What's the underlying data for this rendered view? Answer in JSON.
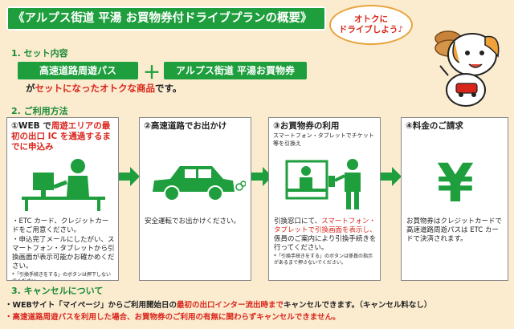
{
  "title": "《アルプス街道 平湯 お買物券付ドライブプランの概要》",
  "bubble": {
    "line1": "オトクに",
    "line2": "ドライブしよう♪"
  },
  "section1": {
    "heading": "1.  セット内容",
    "item_a": "高速道路周遊パス",
    "plus": "＋",
    "item_b": "アルプス街道 平湯お買物券",
    "desc_pre": "が",
    "desc_red": "セットになったオトクな商品",
    "desc_post": "です。"
  },
  "section2": {
    "heading": "2.  ご利用方法",
    "steps": [
      {
        "head_pre": "①WEB で",
        "head_red": "周遊エリアの最初の出口 IC を通過するまでに申込み",
        "bullets": [
          "・ETC カード、クレジットカードをご用意ください。",
          "・申込完了メールにしたがい、スマートフォン・タブレットから引換画面が表示可能かお確かめください。"
        ],
        "note": "*「引換手続きをする」のボタンは押下しないでください。"
      },
      {
        "head": "②高速道路でお出かけ",
        "body": "安全運転でお出かけください。"
      },
      {
        "head": "③お買物券の利用",
        "sub": "スマートフォン・タブレットでチケット等を引換え",
        "body_pre": "引換窓口にて、",
        "body_red": "スマートフォン・タブレットで引換画面を表示し、",
        "body_post": "係員のご案内により引換手続きを行ってください。",
        "note": "*「引換手続きをする」のボタンは係員の指示があるまで押さないでください。"
      },
      {
        "head": "④料金のご請求",
        "symbol": "¥",
        "body": "お買物券はクレジットカードで高速道路周遊パスは ETC カードで決済されます。"
      }
    ]
  },
  "section3": {
    "heading": "3.  キャンセルについて",
    "line1_pre": "・WEBサイト「マイページ」からご利用開始日の",
    "line1_red": "最初の出口インター流出時まで",
    "line1_post": "キャンセルできます。（キャンセル料なし）",
    "line2": "・高速道路周遊パスを利用した場合、お買物券のご利用の有無に関わらずキャンセルできません。"
  },
  "colors": {
    "green": "#1e9e3c",
    "red": "#d9261c",
    "background": "#fbecd0"
  }
}
